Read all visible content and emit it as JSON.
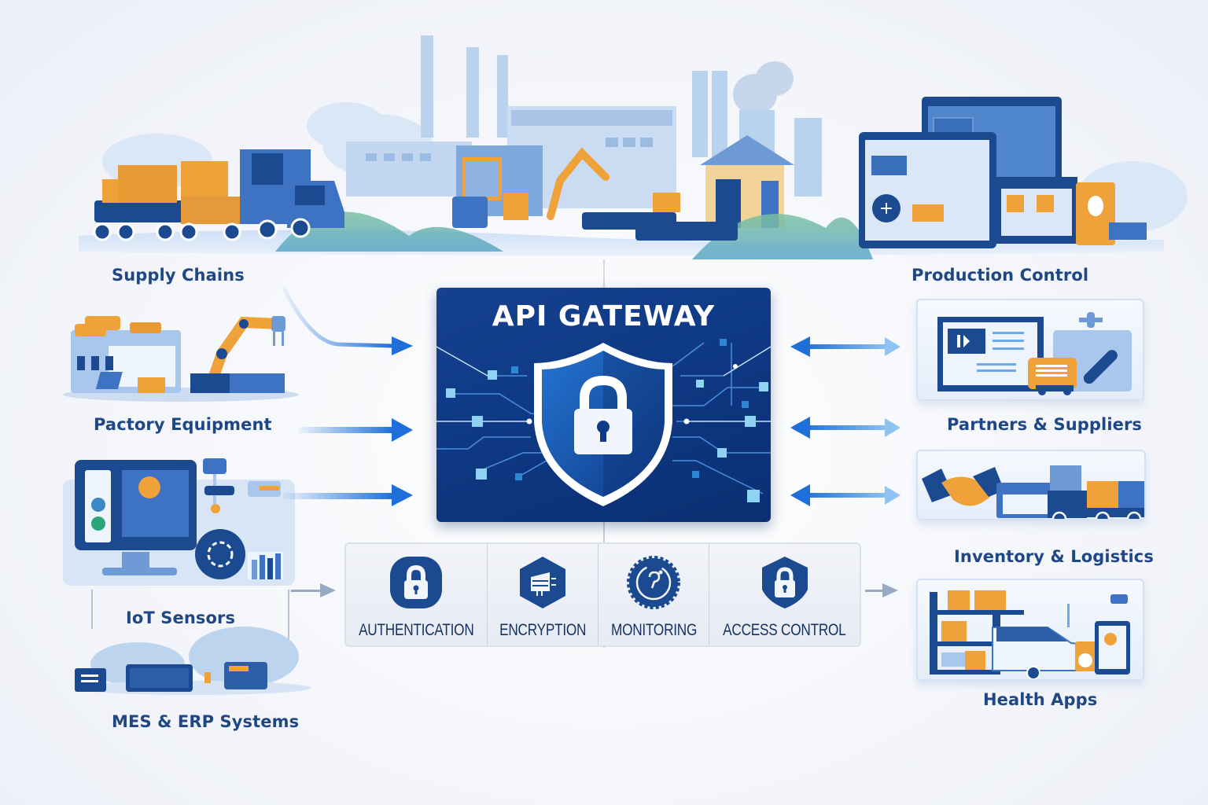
{
  "gateway": {
    "title": "API GATEWAY",
    "icon": "shield-lock-icon"
  },
  "left_sources": [
    {
      "label": "Supply Chains",
      "icon": "supply-chain-icon"
    },
    {
      "label": "Pactory Equipment",
      "icon": "factory-equipment-icon"
    },
    {
      "label": "IoT Sensors",
      "icon": "iot-sensors-icon"
    },
    {
      "label": "MES & ERP Systems",
      "icon": "mes-erp-icon"
    }
  ],
  "right_targets": [
    {
      "label": "Production Control",
      "icon": "production-control-icon"
    },
    {
      "label": "Partners & Suppliers",
      "icon": "partners-handshake-icon"
    },
    {
      "label": "Inventory & Logistics",
      "icon": "inventory-logistics-icon"
    },
    {
      "label": "Health Apps",
      "icon": "health-apps-icon"
    }
  ],
  "features": [
    {
      "label": "AUTHENTICATION",
      "icon": "lock-icon"
    },
    {
      "label": "ENCRYPTION",
      "icon": "chip-icon"
    },
    {
      "label": "MONITORING",
      "icon": "monitoring-gear-icon"
    },
    {
      "label": "ACCESS CONTROL",
      "icon": "shield-lock-icon"
    }
  ],
  "colors": {
    "primary": "#0f3a86",
    "accent_blue": "#1e6fd9",
    "accent_orange": "#f0a23a",
    "label_text": "#1f4784",
    "light_blue": "#a9c9ee"
  }
}
